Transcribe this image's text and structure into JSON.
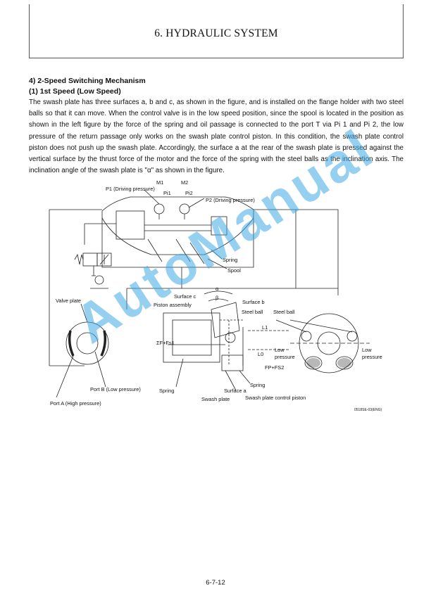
{
  "header": {
    "title": "6. HYDRAULIC SYSTEM"
  },
  "section": {
    "heading": "4)  2-Speed Switching Mechanism",
    "subheading": "(1)  1st Speed (Low Speed)",
    "paragraph": "The swash plate has three surfaces a, b and c, as shown in the figure, and is installed on the flange holder with two steel balls so that it can move. When the control valve is in the low speed position, since the spool is located in the position as shown in the left figure by the force of the spring and oil passage is connected to the port T via Pi 1 and Pi 2, the low pressure of the return passage only works on the swash plate control piston. In this condition, the swash plate control piston does not push up the swash plate. Accordingly, the surface a at the rear of the swash plate is pressed against the vertical surface by the thrust force of the motor and the force of the spring with the steel balls as the inclination axis. The inclination angle of the swash plate is \"α\" as shown in the figure."
  },
  "diagram": {
    "labels": {
      "m1": "M1",
      "m2": "M2",
      "p1": "P1 (Driving pressure)",
      "pi1": "Pi1",
      "pi2": "Pi2",
      "p2": "P2 (Driving pressure)",
      "spring_top": "Spring",
      "spool": "Spool",
      "valve_plate": "Valve plate",
      "surface_c": "Surface c",
      "piston_assembly": "Piston assembly",
      "alpha": "α",
      "beta": "β",
      "surface_b": "Surface b",
      "steel_ball_mid": "Steel ball",
      "steel_ball_right": "Steel ball",
      "l1": "L1",
      "l0": "L0",
      "sigma_f": "ΣF+Fs1",
      "fp_fs2": "FP+FS2",
      "low_pressure_left": "Low\npressure",
      "low_pressure_right": "Low\npressure",
      "port_b": "Port B (Low pressure)",
      "port_a": "Port A (High pressure)",
      "spring_lower": "Spring",
      "spring_mid": "Spring",
      "surface_a": "Surface a",
      "swash_plate": "Swash plate",
      "swash_plate_control_piston": "Swash plate control piston",
      "figure_code": "0518SE-03(ENG)"
    }
  },
  "watermark": "AutoManual",
  "footer": {
    "page_number": "6-7-12"
  },
  "colors": {
    "watermark": "#40aae6",
    "line": "#222222"
  }
}
